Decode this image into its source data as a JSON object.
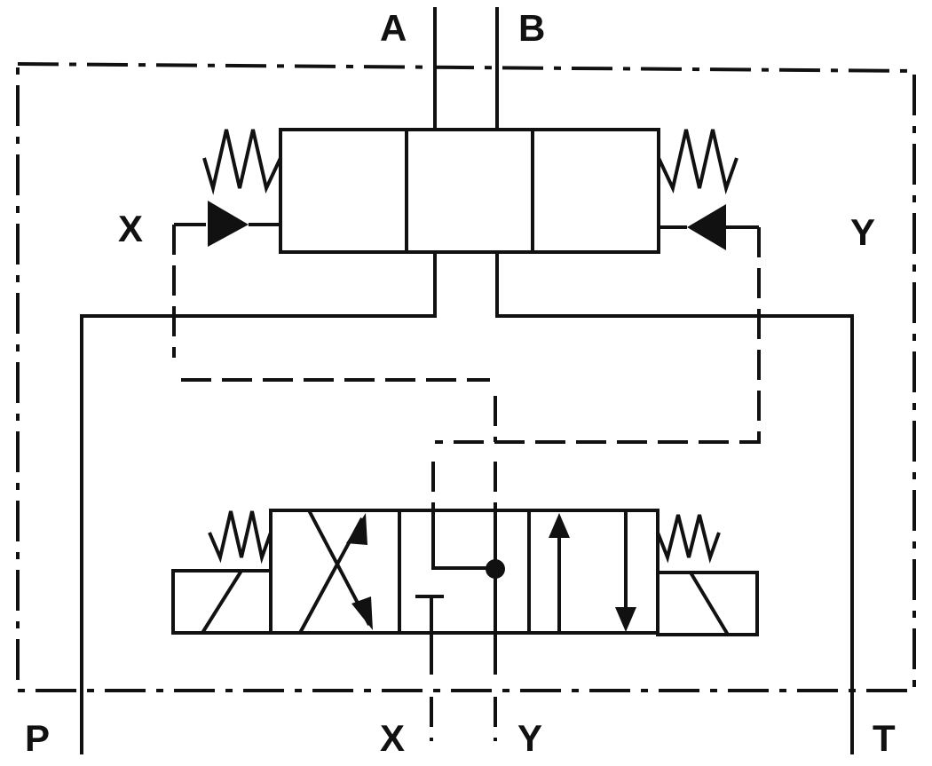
{
  "ports": {
    "a": "A",
    "b": "B",
    "x_pilot": "X",
    "y_pilot": "Y",
    "p": "P",
    "x_bottom": "X",
    "y_bottom": "Y",
    "t": "T"
  },
  "colors": {
    "line": "#111111",
    "background": "#ffffff"
  }
}
